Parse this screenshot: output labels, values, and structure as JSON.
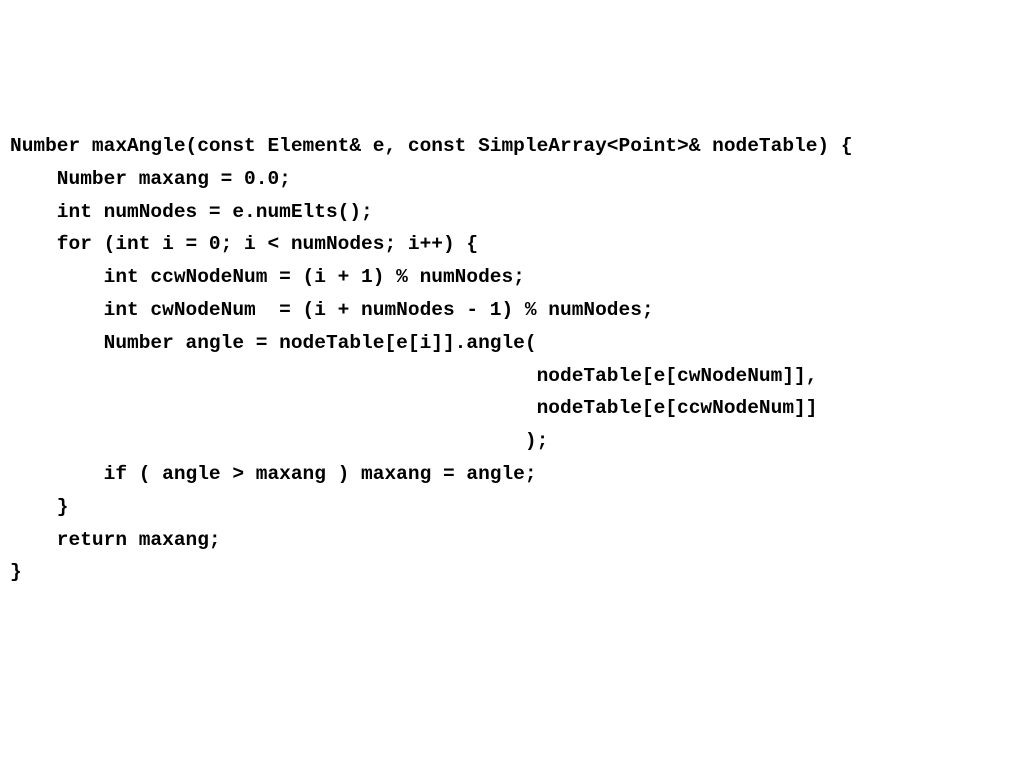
{
  "code": {
    "lines": [
      "Number maxAngle(const Element& e, const SimpleArray<Point>& nodeTable) {",
      "    Number maxang = 0.0;",
      "    int numNodes = e.numElts();",
      "    for (int i = 0; i < numNodes; i++) {",
      "        int ccwNodeNum = (i + 1) % numNodes;",
      "        int cwNodeNum  = (i + numNodes - 1) % numNodes;",
      "        Number angle = nodeTable[e[i]].angle(",
      "                                             nodeTable[e[cwNodeNum]],",
      "                                             nodeTable[e[ccwNodeNum]]",
      "                                            );",
      "        if ( angle > maxang ) maxang = angle;",
      "    }",
      "    return maxang;",
      "}"
    ]
  }
}
